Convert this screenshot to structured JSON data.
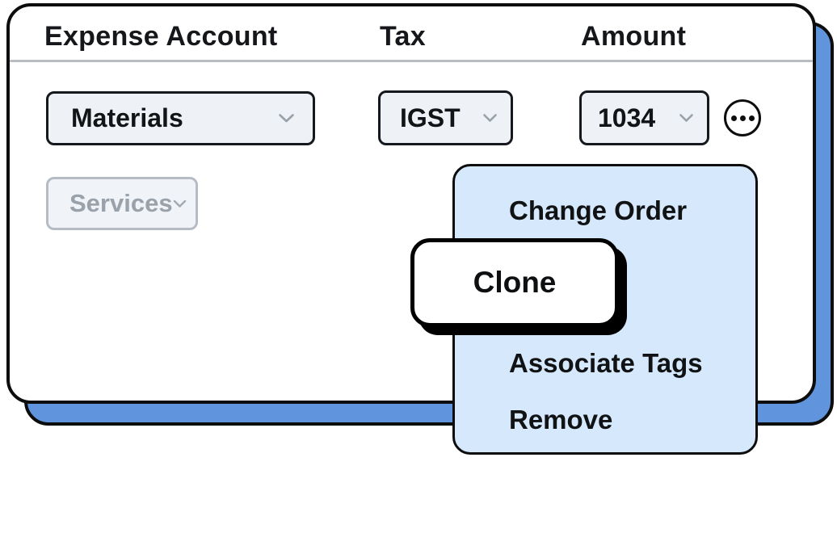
{
  "card": {
    "columns": [
      {
        "label": "Expense Account"
      },
      {
        "label": "Tax"
      },
      {
        "label": "Amount"
      }
    ],
    "rows": [
      {
        "expense_account": "Materials",
        "tax": "IGST",
        "amount": "1034"
      },
      {
        "expense_account": "Services",
        "disabled": true
      }
    ]
  },
  "icons": {
    "row_actions": "ellipsis-icon",
    "dropdown": "chevron-down-icon"
  },
  "context_menu": {
    "items": [
      {
        "label": "Change Order"
      },
      {
        "label": "Clone",
        "highlighted": true
      },
      {
        "label": "Associate Tags"
      },
      {
        "label": "Remove"
      }
    ]
  },
  "colors": {
    "shadow_card_blue": "#6095de",
    "menu_background": "#d6e8fb",
    "field_background": "#eef1f6",
    "disabled_field_background": "#f0f3f7",
    "disabled_text": "#99a1ab",
    "disabled_border": "#b6bcc3",
    "divider": "#b8bdc4",
    "outline": "#0d0d0d"
  }
}
